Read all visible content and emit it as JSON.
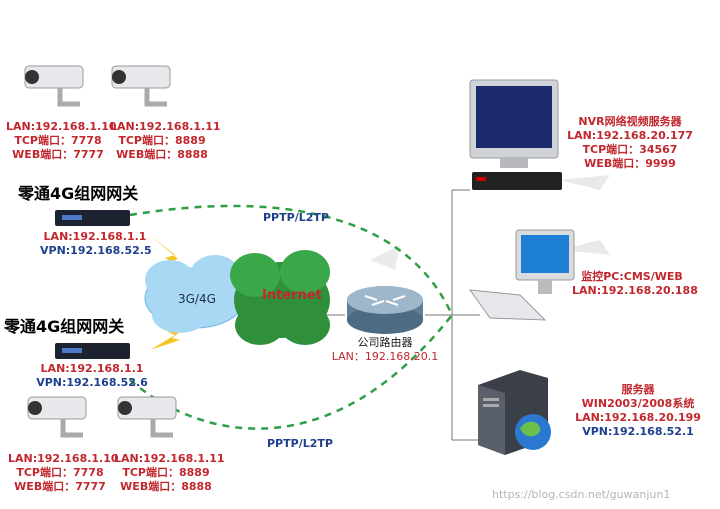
{
  "cameras": {
    "top_left": {
      "lan": "LAN:192.168.1.10",
      "tcp": "TCP端口：7778",
      "web": "WEB端口：7777"
    },
    "top_right": {
      "lan": "LAN:192.168.1.11",
      "tcp": "TCP端口：8889",
      "web": "WEB端口：8888"
    },
    "bottom_left": {
      "lan": "LAN:192.168.1.10",
      "tcp": "TCP端口：7778",
      "web": "WEB端口：7777"
    },
    "bottom_right": {
      "lan": "LAN:192.168.1.11",
      "tcp": "TCP端口：8889",
      "web": "WEB端口：8888"
    }
  },
  "gateway_top": {
    "title": "零通4G组网网关",
    "lan": "LAN:192.168.1.1",
    "vpn": "VPN:192.168.52.5"
  },
  "gateway_bottom": {
    "title": "零通4G组网网关",
    "lan": "LAN:192.168.1.1",
    "vpn": "VPN:192.168.52.6"
  },
  "cloud": {
    "label_3g4g": "3G/4G",
    "label_internet": "Internet"
  },
  "tunnels": {
    "top": "PPTP/L2TP",
    "bottom": "PPTP/L2TP"
  },
  "router": {
    "name": "公司路由器",
    "lan": "LAN：192.168.20.1"
  },
  "nvr": {
    "name": "NVR网络视频服务器",
    "lan": "LAN:192.168.20.177",
    "tcp": "TCP端口：34567",
    "web": "WEB端口：9999"
  },
  "monitor_pc": {
    "name": "监控PC:CMS/WEB",
    "lan": "LAN:192.168.20.188"
  },
  "server": {
    "name": "服务器",
    "os": "WIN2003/2008系统",
    "lan": "LAN:192.168.20.199",
    "vpn": "VPN:192.168.52.1"
  },
  "watermark": "https://blog.csdn.net/guwanjun1",
  "colors": {
    "label_red": "#c1272d",
    "label_blue": "#1f3f8f",
    "tunnel_green": "#2e9e46",
    "cloud_blue": "#a9d8f5",
    "cloud_green": "#2f8f3a"
  }
}
